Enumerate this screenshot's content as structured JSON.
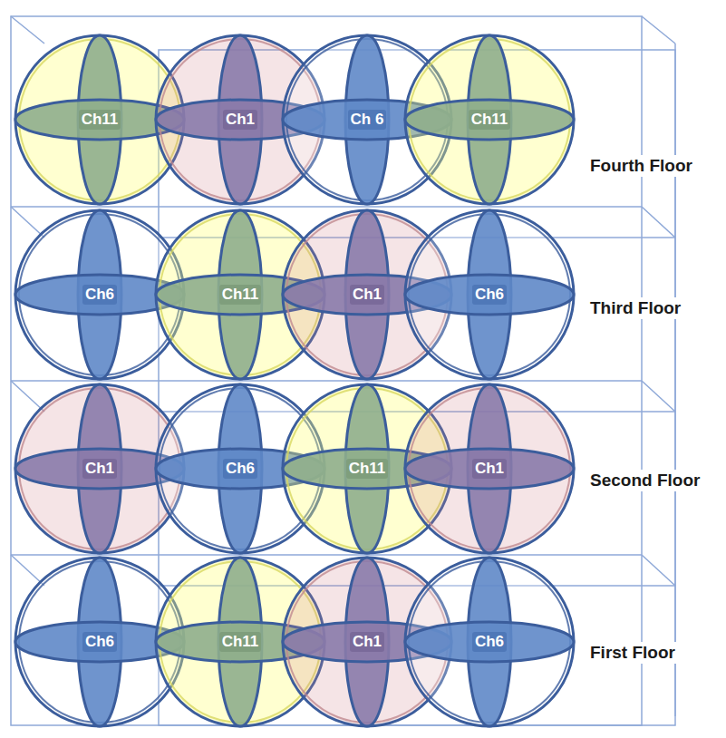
{
  "diagram": {
    "nodes": [
      {
        "text": [
          "Ch11"
        ]
      },
      {
        "text": [
          "Ch1"
        ]
      },
      {
        "text": [
          "Ch 6"
        ]
      },
      {
        "text": [
          "Ch11"
        ]
      },
      {
        "text": [
          "Ch6"
        ]
      },
      {
        "text": [
          "Ch11"
        ]
      },
      {
        "text": [
          "Ch1"
        ]
      },
      {
        "text": [
          "Ch6"
        ]
      },
      {
        "text": [
          "Ch1"
        ]
      },
      {
        "text": [
          "Ch6"
        ]
      },
      {
        "text": [
          "Ch11"
        ]
      },
      {
        "text": [
          "Ch1"
        ]
      },
      {
        "text": [
          "Ch6"
        ]
      },
      {
        "text": [
          "Ch11"
        ]
      },
      {
        "text": [
          "Ch1"
        ]
      },
      {
        "text": [
          "Ch6"
        ]
      }
    ],
    "labels": [
      "Fourth Floor",
      "Third Floor",
      "Second Floor",
      "First Floor"
    ]
  }
}
